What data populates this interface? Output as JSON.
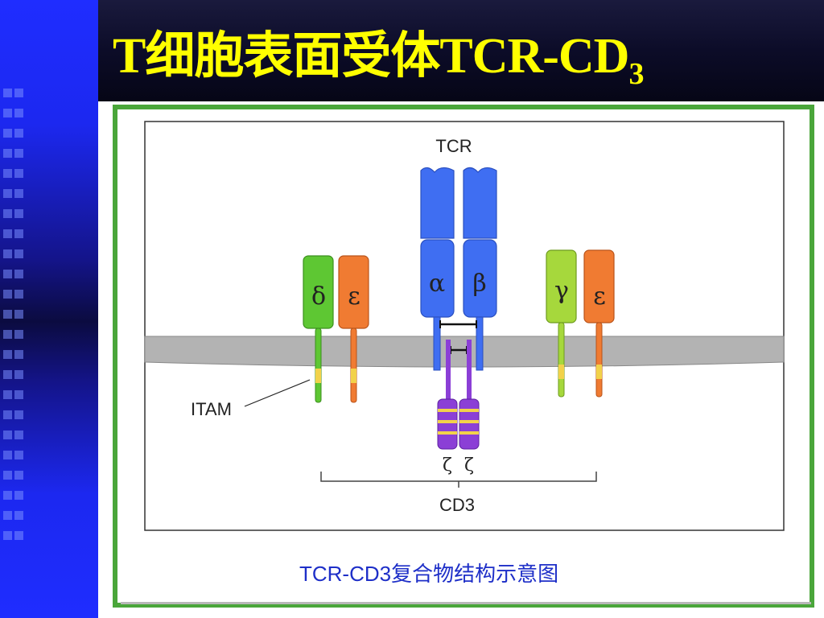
{
  "slide": {
    "title_main": "T细胞表面受体TCR-CD",
    "title_sub": "3",
    "caption": "TCR-CD3复合物结构示意图"
  },
  "diagram": {
    "labels": {
      "tcr": "TCR",
      "cd3": "CD3",
      "itam": "ITAM",
      "delta": "δ",
      "epsilon_left": "ε",
      "alpha": "α",
      "beta": "β",
      "gamma": "γ",
      "epsilon_right": "ε",
      "zeta_left": "ζ",
      "zeta_right": "ζ"
    },
    "colors": {
      "tcr_blue": "#3f6ef2",
      "delta_green": "#5ec733",
      "epsilon_orange": "#f07b32",
      "gamma_lime": "#a6d83c",
      "zeta_purple": "#8b3fd6",
      "itam_yellow": "#f2d24a",
      "membrane_gray": "#b3b3b3",
      "frame_green": "#4aa63a",
      "title_yellow": "#ffff00",
      "caption_blue": "#1e2fc8"
    }
  }
}
